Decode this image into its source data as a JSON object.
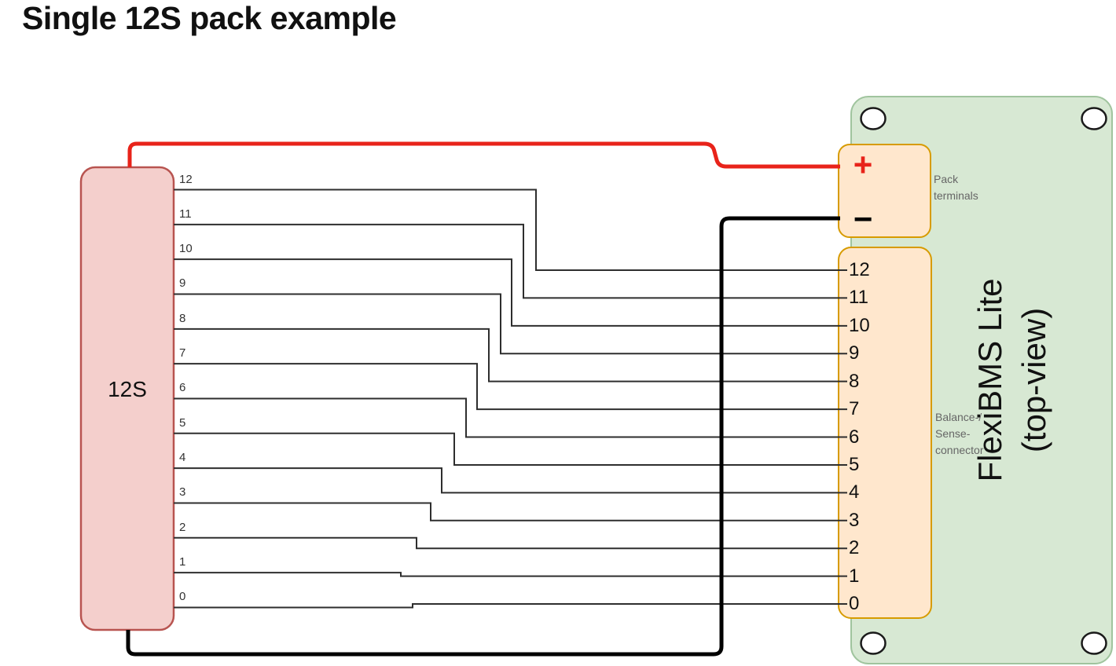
{
  "title": "Single 12S pack example",
  "pack": {
    "label": "12S",
    "pins": [
      "12",
      "11",
      "10",
      "9",
      "8",
      "7",
      "6",
      "5",
      "4",
      "3",
      "2",
      "1",
      "0"
    ]
  },
  "board": {
    "name_line1": "FlexiBMS Lite",
    "name_line2": "(top-view)",
    "pack_terminals": {
      "plus": "+",
      "minus": "−",
      "label_line1": "Pack",
      "label_line2": "terminals"
    },
    "balance_connector": {
      "pins": [
        "12",
        "11",
        "10",
        "9",
        "8",
        "7",
        "6",
        "5",
        "4",
        "3",
        "2",
        "1",
        "0"
      ],
      "label_line1": "Balance-/",
      "label_line2": "Sense-",
      "label_line3": "connector"
    }
  },
  "colors": {
    "positive_wire": "#e8231a",
    "negative_wire": "#000000",
    "balance_wire": "#2e2e2e",
    "pack_fill": "#f4cfcc",
    "pack_stroke": "#b85450",
    "board_fill": "#d7e8d3",
    "board_stroke": "#a0c49e",
    "connector_fill": "#ffe7cd",
    "connector_stroke": "#d79b00",
    "hole_fill": "#ffffff",
    "hole_stroke": "#1a1a1a",
    "plus_color": "#e8231a",
    "label_gray": "#666666"
  }
}
